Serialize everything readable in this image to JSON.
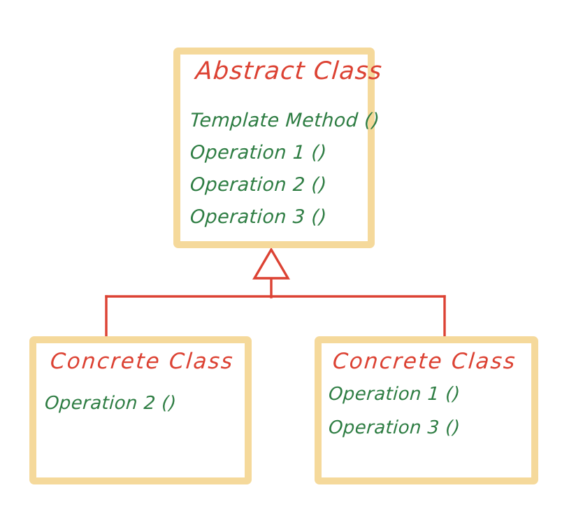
{
  "diagram": {
    "kind": "uml-class-diagram",
    "style": "hand-drawn",
    "colors": {
      "box_border": "#F5D99B",
      "box_fill": "#FFFFFF",
      "title_text": "#DC4233",
      "member_text": "#2E7D43",
      "connector": "#DC4233",
      "background": "#FFFFFF"
    },
    "nodes": [
      {
        "id": "abstract-class",
        "title": "Abstract Class",
        "members": [
          "Template Method ()",
          "Operation 1 ()",
          "Operation 2 ()",
          "Operation 3 ()"
        ]
      },
      {
        "id": "concrete-class-left",
        "title": "Concrete Class",
        "members": [
          "Operation 2 ()"
        ]
      },
      {
        "id": "concrete-class-right",
        "title": "Concrete Class",
        "members": [
          "Operation 1 ()",
          "Operation 3 ()"
        ]
      }
    ],
    "relationships": [
      {
        "id": "generalization-left",
        "type": "generalization",
        "from": "concrete-class-left",
        "to": "abstract-class",
        "arrowhead": "hollow-triangle"
      },
      {
        "id": "generalization-right",
        "type": "generalization",
        "from": "concrete-class-right",
        "to": "abstract-class",
        "arrowhead": "hollow-triangle"
      }
    ]
  }
}
